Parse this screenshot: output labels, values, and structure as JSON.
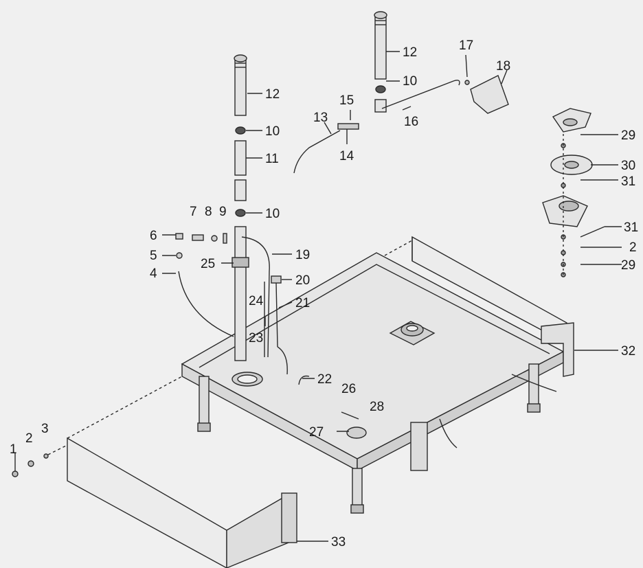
{
  "diagram": {
    "callouts": {
      "c1": "1",
      "c2a": "2",
      "c2b": "2",
      "c3": "3",
      "c4": "4",
      "c5": "5",
      "c6": "6",
      "c7": "7",
      "c8": "8",
      "c9": "9",
      "c10a": "10",
      "c10b": "10",
      "c10c": "10",
      "c11": "11",
      "c12a": "12",
      "c12b": "12",
      "c13": "13",
      "c14": "14",
      "c15": "15",
      "c16": "16",
      "c17": "17",
      "c18": "18",
      "c19": "19",
      "c20": "20",
      "c21": "21",
      "c22": "22",
      "c23": "23",
      "c24": "24",
      "c25": "25",
      "c26": "26",
      "c27": "27",
      "c28": "28",
      "c29a": "29",
      "c29b": "29",
      "c30": "30",
      "c31a": "31",
      "c31b": "31",
      "c32": "32",
      "c33": "33"
    }
  }
}
